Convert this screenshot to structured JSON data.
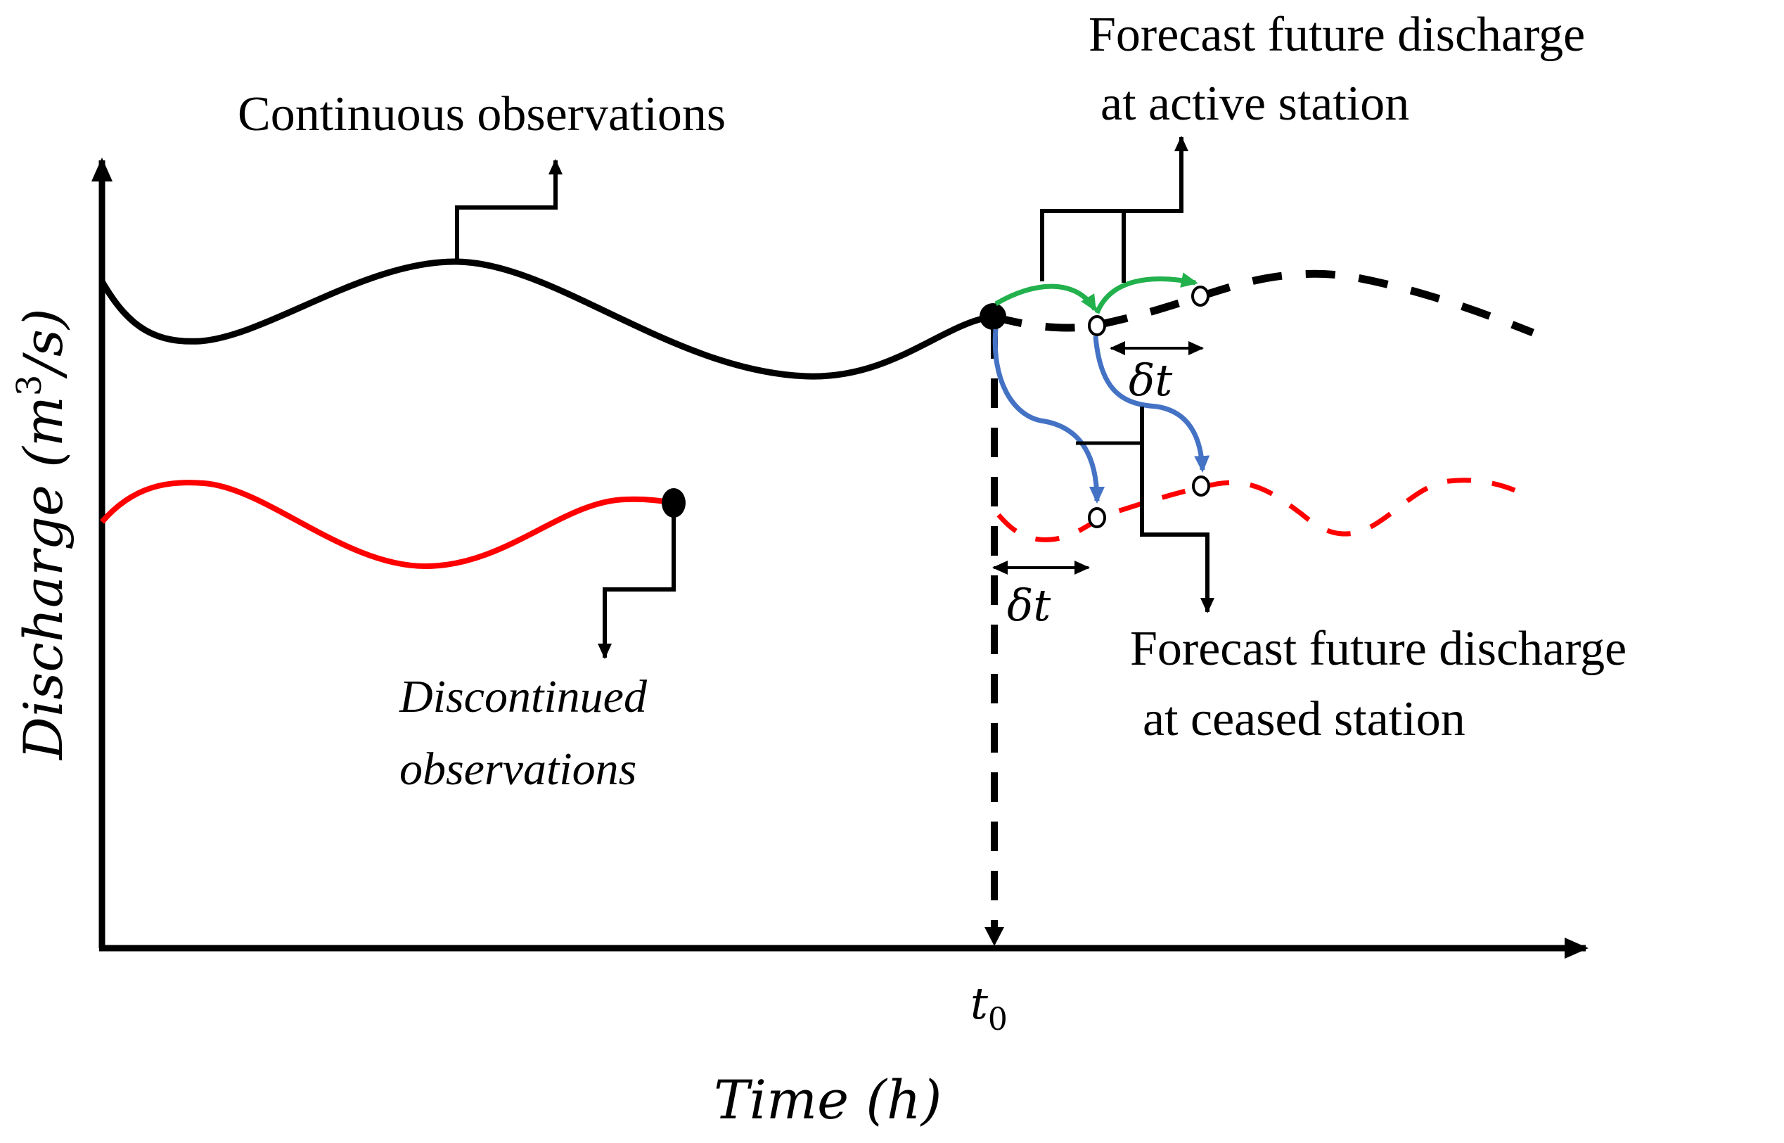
{
  "diagram": {
    "type": "schematic time-series forecasting diagram",
    "axes": {
      "x_label": "Time (h)",
      "y_label_main": "Discharge (m",
      "y_label_exp": "3",
      "y_label_tail": "/s)",
      "x_tick": {
        "base": "t",
        "subscript": "0"
      }
    },
    "annotations": {
      "continuous": "Continuous observations",
      "active_line1": "Forecast future discharge",
      "active_line2": "at active station",
      "ceased_line1": "Forecast future discharge",
      "ceased_line2": "at ceased station",
      "discontinued_line1": "Discontinued",
      "discontinued_line2": "observations",
      "delta_t_upper": "δt",
      "delta_t_lower": "δt"
    },
    "colors": {
      "continuous_series": "#000000",
      "discontinued_series": "#ff0000",
      "active_forecast_arrows": "#22b14c",
      "ceased_forecast_arrows": "#4472c4",
      "axis": "#000000"
    }
  },
  "chart_data": {
    "type": "line",
    "title": "",
    "xlabel": "Time (h)",
    "ylabel": "Discharge (m^3/s)",
    "x_ticks": [
      "t0"
    ],
    "grid": false,
    "legend": "none (inline annotations)",
    "series": [
      {
        "name": "Continuous observations (active station)",
        "style": "solid",
        "color": "#000000",
        "note": "observed until t0, filled marker at t0"
      },
      {
        "name": "Forecast future discharge at active station",
        "style": "dashed",
        "color": "#000000",
        "note": "after t0, open markers at t0+δt and t0+2δt"
      },
      {
        "name": "Discontinued observations (ceased station)",
        "style": "solid",
        "color": "#ff0000",
        "note": "ends before t0 with filled marker"
      },
      {
        "name": "Forecast future discharge at ceased station",
        "style": "dashed",
        "color": "#ff0000",
        "note": "after t0, open markers at t0+δt and t0+2δt"
      }
    ]
  }
}
